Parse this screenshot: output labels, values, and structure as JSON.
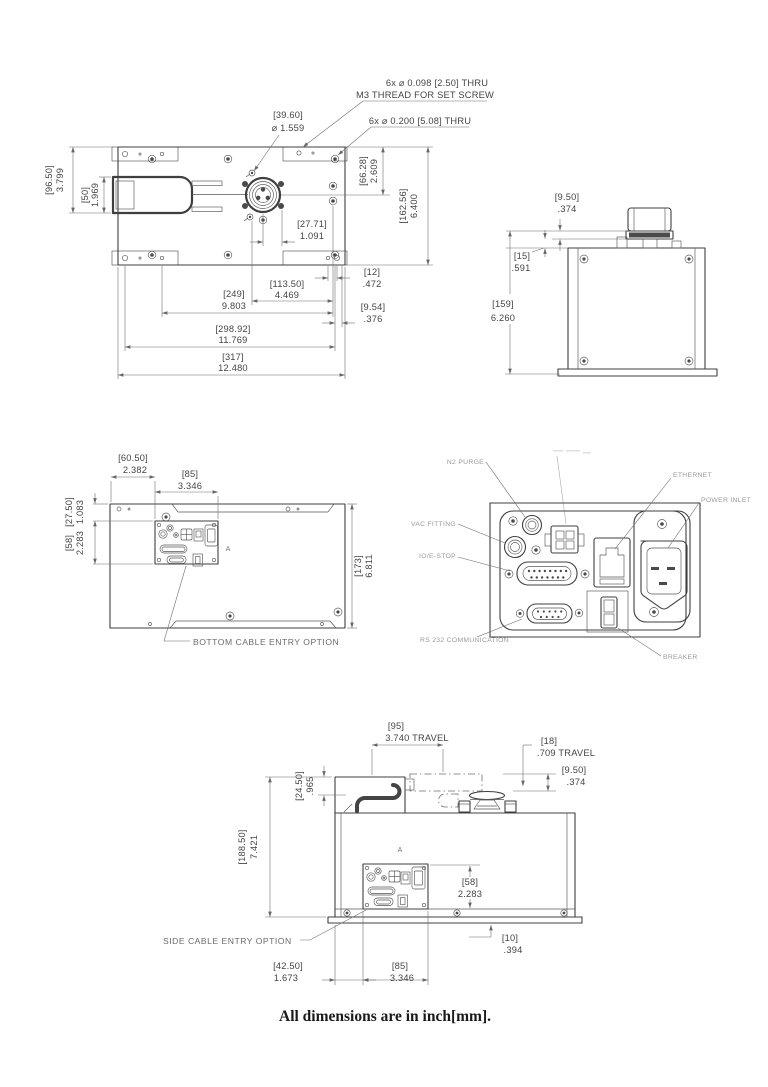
{
  "colors": {
    "line": "#3f3f3f",
    "dim": "#6f6f6f",
    "label": "#9a9a9a"
  },
  "plan_view": {
    "callout_set_screw_1": "6x ⌀ 0.098 [2.50]  THRU",
    "callout_set_screw_2": "M3 THREAD FOR SET SCREW",
    "callout_thru_hole": "6x  ⌀ 0.200 [5.08]  THRU",
    "bolt_circle_mm": "[39.60]",
    "bolt_circle_in": "⌀ 1.559",
    "dim_height_mm": "[96.50]",
    "dim_height_in": "3.799",
    "dim_slot_mm": "[50]",
    "dim_slot_in": "1.969",
    "dim_top_to_center_mm": "[66.28]",
    "dim_top_to_center_in": "2.609",
    "dim_full_height_mm": "[162.56]",
    "dim_full_height_in": "6.400",
    "dim_center_offset_mm": "[27.71]",
    "dim_center_offset_in": "1.091",
    "dim_tab_hole_mm": "[12]",
    "dim_tab_hole_in": ".472",
    "dim_hole_span_mm": "[113.50]",
    "dim_hole_span_in": "4.469",
    "dim_mount_span_mm": "[249]",
    "dim_mount_span_in": "9.803",
    "dim_edge_offset_mm": "[9.54]",
    "dim_edge_offset_in": ".376",
    "dim_outer_span_mm": "[298.92]",
    "dim_outer_span_in": "11.769",
    "dim_total_width_mm": "[317]",
    "dim_total_width_in": "12.480"
  },
  "front_view": {
    "dim_cap_mm": "[9.50]",
    "dim_cap_in": ".374",
    "dim_lid_mm": "[15]",
    "dim_lid_in": ".591",
    "dim_height_mm": "[159]",
    "dim_height_in": "6.260"
  },
  "bottom_view": {
    "dim_panel_left_mm": "[60.50]",
    "dim_panel_left_in": "2.382",
    "dim_panel_width_mm": "[85]",
    "dim_panel_width_in": "3.346",
    "dim_panel_top_mm": "[27.50]",
    "dim_panel_top_in": "1.083",
    "dim_panel_height_mm": "[58]",
    "dim_panel_height_in": "2.283",
    "dim_depth_mm": "[173]",
    "dim_depth_in": "6.811",
    "label_cable_entry": "BOTTOM CABLE ENTRY OPTION",
    "marker_a": "A"
  },
  "rear_panel": {
    "label_n2": "N2 PURGE",
    "label_ethernet": "ETHERNET",
    "label_power": "POWER INLET",
    "label_vac": "VAC FITTING",
    "label_io": "IO/E-STOP",
    "label_rs232": "RS 232 COMMUNICATION",
    "label_breaker": "BREAKER"
  },
  "side_view": {
    "dim_travel_x_mm": "[95]",
    "dim_travel_x_in": "3.740 TRAVEL",
    "dim_travel_z_mm": "[18]",
    "dim_travel_z_in": ".709 TRAVEL",
    "dim_chuck_mm": "[9.50]",
    "dim_chuck_in": ".374",
    "dim_block_mm": "[24.50]",
    "dim_block_in": ".965",
    "dim_height_mm": "[188.50]",
    "dim_height_in": "7.421",
    "dim_panel_height_mm": "[58]",
    "dim_panel_height_in": "2.283",
    "dim_base_mm": "[10]",
    "dim_base_in": ".394",
    "dim_panel_left_mm": "[42.50]",
    "dim_panel_left_in": "1.673",
    "dim_panel_width_mm": "[85]",
    "dim_panel_width_in": "3.346",
    "label_cable_entry": "SIDE CABLE ENTRY OPTION",
    "marker_a": "A"
  },
  "footer": {
    "note": "All dimensions are in inch[mm]."
  }
}
